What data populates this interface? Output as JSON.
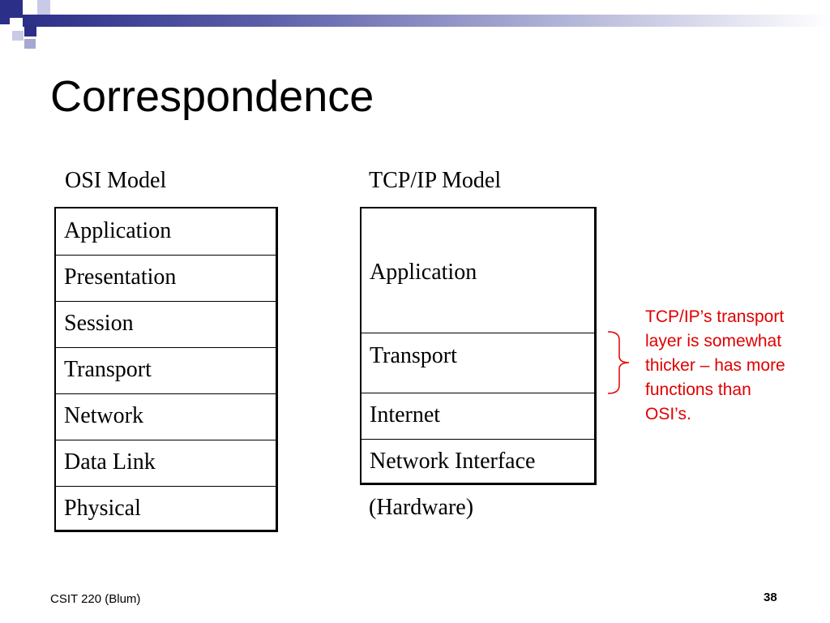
{
  "title": "Correspondence",
  "osi": {
    "label": "OSI Model",
    "layers": [
      "Application",
      "Presentation",
      "Session",
      "Transport",
      "Network",
      "Data Link",
      "Physical"
    ]
  },
  "tcpip": {
    "label": "TCP/IP Model",
    "layers": [
      "Application",
      "Transport",
      "Internet",
      "Network Interface"
    ],
    "hardware": "(Hardware)"
  },
  "note": "TCP/IP’s transport layer is somewhat thicker – has more functions than OSI’s.",
  "footer": {
    "course": "CSIT 220 (Blum)",
    "page": "38"
  },
  "colors": {
    "accent_dark": "#2b2f87",
    "accent_light": "#9fa1cf",
    "note": "#e00000"
  }
}
